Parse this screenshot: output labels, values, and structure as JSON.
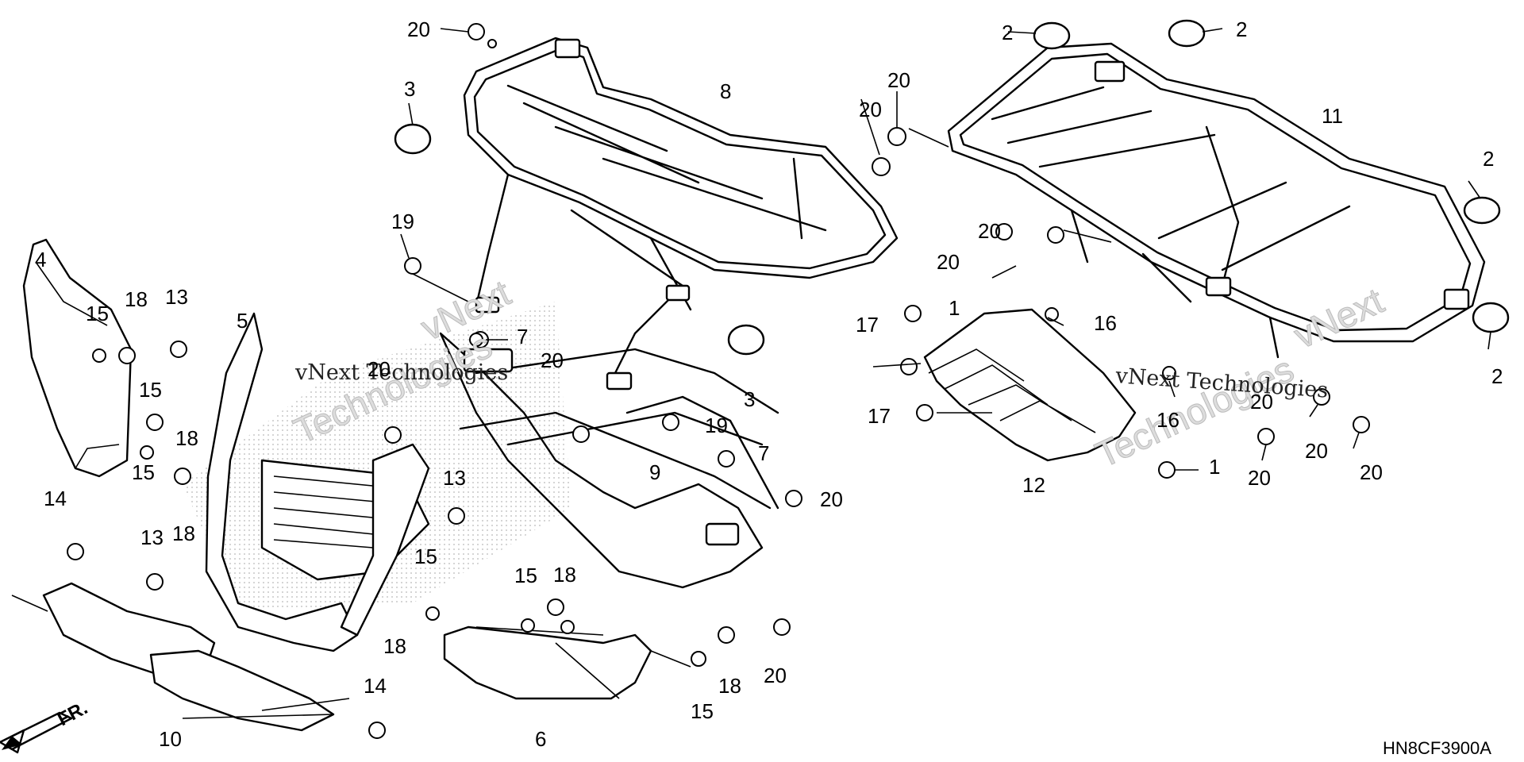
{
  "diagram_code": "HN8CF3900A",
  "front_marker": "FR.",
  "watermark": {
    "line1": "vNext Technologies",
    "line2": "vNext",
    "line3": "Technologies"
  },
  "callouts": {
    "c1a": "1",
    "c1b": "1",
    "c2a": "2",
    "c2b": "2",
    "c2c": "2",
    "c2d": "2",
    "c3a": "3",
    "c3b": "3",
    "c4": "4",
    "c5": "5",
    "c6": "6",
    "c7a": "7",
    "c7b": "7",
    "c8": "8",
    "c9": "9",
    "c10": "10",
    "c11": "11",
    "c12": "12",
    "c13a": "13",
    "c13b": "13",
    "c13c": "13",
    "c14a": "14",
    "c14b": "14",
    "c15a": "15",
    "c15b": "15",
    "c15c": "15",
    "c15d": "15",
    "c15e": "15",
    "c15f": "15",
    "c16a": "16",
    "c16b": "16",
    "c17a": "17",
    "c17b": "17",
    "c18a": "18",
    "c18b": "18",
    "c18c": "18",
    "c18d": "18",
    "c18e": "18",
    "c18f": "18",
    "c19a": "19",
    "c19b": "19",
    "c20a": "20",
    "c20b": "20",
    "c20c": "20",
    "c20d": "20",
    "c20e": "20",
    "c20f": "20",
    "c20g": "20",
    "c20h": "20",
    "c20i": "20",
    "c20j": "20",
    "c20k": "20",
    "c20l": "20",
    "c20m": "20"
  }
}
